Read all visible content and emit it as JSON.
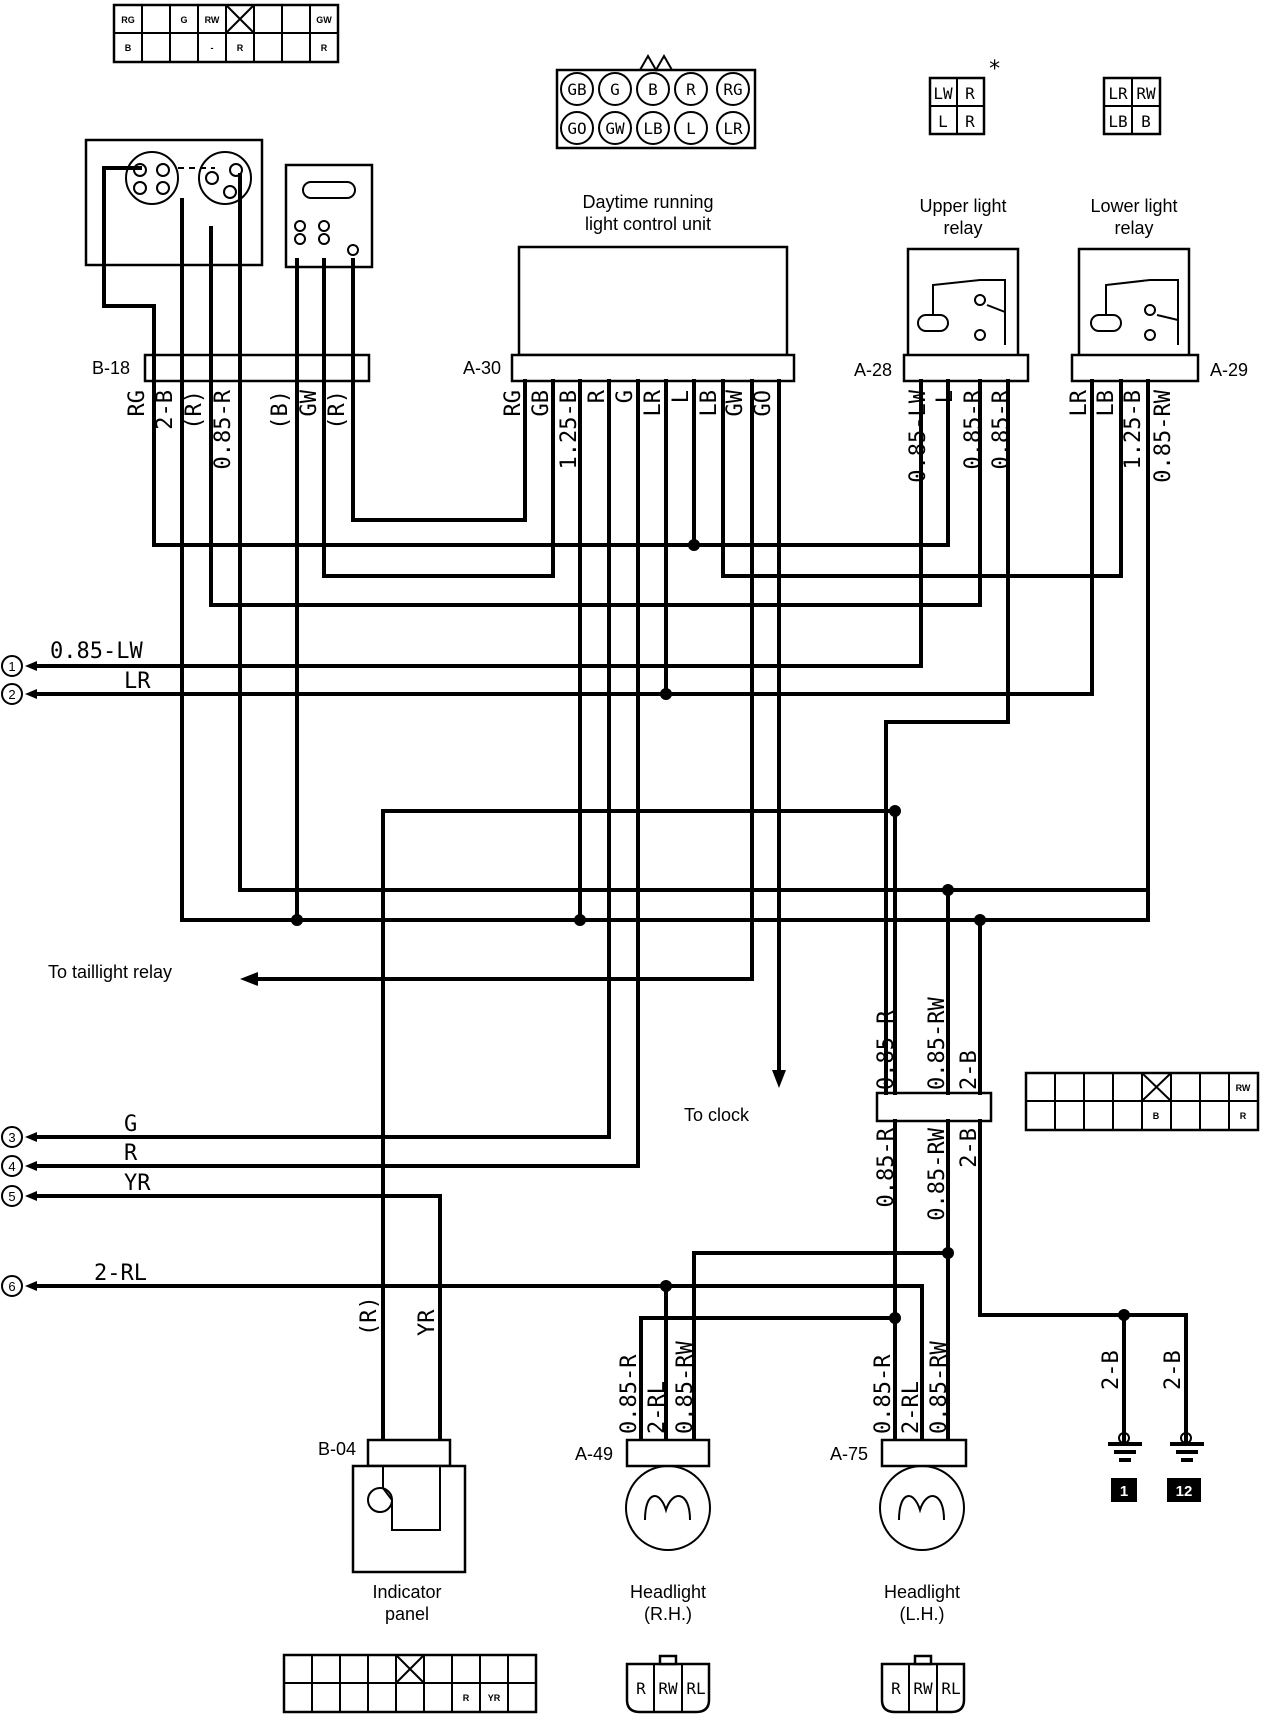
{
  "units": {
    "control_unit": "Daytime running\nlight control unit",
    "upper_relay": "Upper light\nrelay",
    "lower_relay": "Lower light\nrelay",
    "indicator": "Indicator\npanel",
    "headlight_rh": "Headlight\n(R.H.)",
    "headlight_lh": "Headlight\n(L.H.)"
  },
  "connectors": {
    "b18": "B-18",
    "a30": "A-30",
    "a28": "A-28",
    "a29": "A-29",
    "b04": "B-04",
    "a49": "A-49",
    "a75": "A-75"
  },
  "wire_labels": {
    "b18": [
      "RG",
      "2-B",
      "(R)",
      "0.85-R",
      "(B)",
      "GW",
      "(R)"
    ],
    "a30": [
      "RG",
      "GB",
      "1.25-B",
      "R",
      "G",
      "LR",
      "L",
      "LB",
      "GW",
      "GO"
    ],
    "a28": [
      "0.85-LW",
      "L",
      "0.85-R",
      "0.85-R"
    ],
    "a29": [
      "LR",
      "LB",
      "1.25-B",
      "0.85-RW"
    ],
    "junction_top": [
      "0.85-R",
      "0.85-RW",
      "2-B"
    ],
    "junction_bottom": [
      "0.85-R",
      "0.85-RW",
      "2-B"
    ],
    "b04": [
      "(R)",
      "YR"
    ],
    "a49": [
      "0.85-R",
      "2-RL",
      "0.85-RW"
    ],
    "a75": [
      "0.85-R",
      "2-RL",
      "0.85-RW"
    ],
    "ground": [
      "2-B",
      "2-B"
    ]
  },
  "outputs": [
    {
      "num": "1",
      "wire": "0.85-LW"
    },
    {
      "num": "2",
      "wire": "LR"
    },
    {
      "num": "3",
      "wire": "G"
    },
    {
      "num": "4",
      "wire": "R"
    },
    {
      "num": "5",
      "wire": "YR"
    },
    {
      "num": "6",
      "wire": "2-RL"
    }
  ],
  "notes": {
    "taillight": "To taillight relay",
    "clock": "To clock",
    "star": "*"
  },
  "grounds": [
    "1",
    "12"
  ],
  "connector_views": {
    "b18_top": [
      "RG",
      "",
      "G",
      "RW",
      "X",
      "",
      "",
      "GW",
      "B",
      "",
      "",
      "-",
      "R",
      "",
      "",
      "R"
    ],
    "a30_cells": [
      "GB",
      "G",
      "B",
      "R",
      "RG",
      "GO",
      "GW",
      "LB",
      "L",
      "LR"
    ],
    "a28_cells": [
      "LW",
      "R",
      "L",
      "R"
    ],
    "a29_cells": [
      "LR",
      "RW",
      "LB",
      "B"
    ],
    "junction_cells": [
      "RW",
      "B",
      "R"
    ],
    "b04_cells": [
      "R",
      "YR"
    ],
    "headlight_cells": [
      "R",
      "RW",
      "RL"
    ]
  }
}
